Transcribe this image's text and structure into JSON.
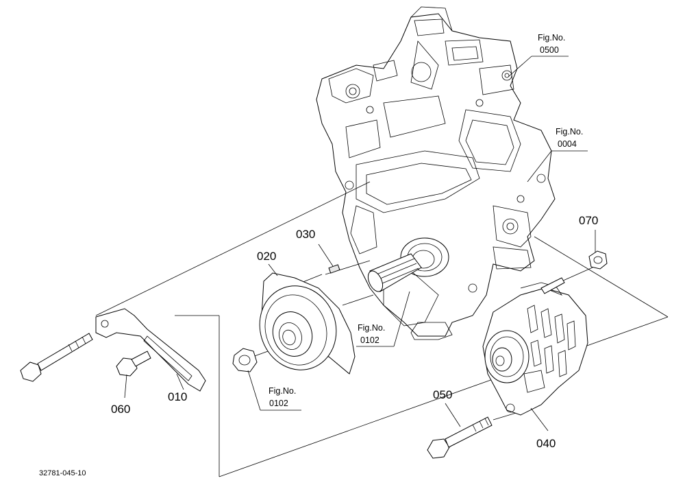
{
  "drawing_code": "32781-045-10",
  "parts": {
    "p010": "010",
    "p020": "020",
    "p030": "030",
    "p040": "040",
    "p050": "050",
    "p060": "060",
    "p070": "070"
  },
  "figure_refs": {
    "fig_0500": {
      "label": "Fig.No.",
      "number": "0500"
    },
    "fig_0004": {
      "label": "Fig.No.",
      "number": "0004"
    },
    "fig_0102_shaft": {
      "label": "Fig.No.",
      "number": "0102"
    },
    "fig_0102_nut": {
      "label": "Fig.No.",
      "number": "0102"
    }
  }
}
